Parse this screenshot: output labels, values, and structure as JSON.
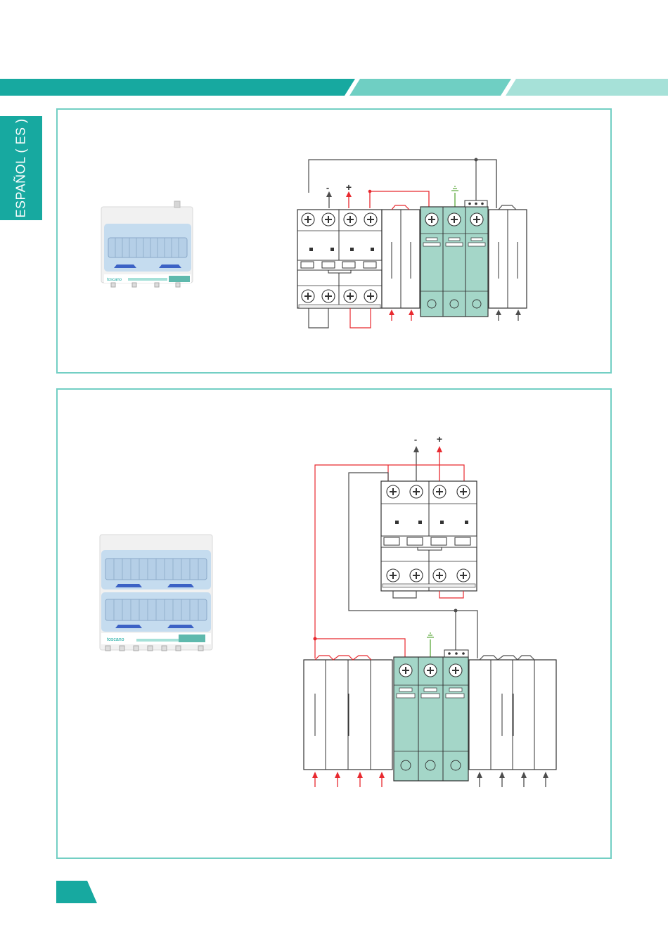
{
  "sidebar": {
    "language_label": "ESPAÑOL ( ES )"
  },
  "colors": {
    "brand_teal": "#17a9a0",
    "band_mid": "#6fcfc3",
    "band_light": "#a6e1d8",
    "panel_border": "#73cfc4",
    "spd_green": "#a4d6c8",
    "wire_red": "#e8292f",
    "wire_dark": "#4d4d4d",
    "earth_green": "#5aa83a",
    "box_cover_blue": "#c5dcef",
    "handle_blue": "#3c62c5"
  },
  "diagram_1": {
    "polarity_minus": "-",
    "polarity_plus": "+",
    "enclosure_brand": "toscano"
  },
  "diagram_2": {
    "polarity_minus": "-",
    "polarity_plus": "+",
    "enclosure_brand": "toscano"
  }
}
